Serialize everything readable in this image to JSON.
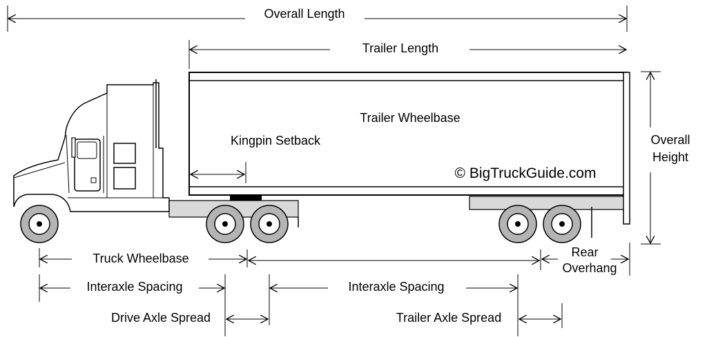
{
  "labels": {
    "overall_length": "Overall Length",
    "trailer_length": "Trailer Length",
    "trailer_wheelbase": "Trailer Wheelbase",
    "kingpin_setback": "Kingpin Setback",
    "overall_height_line1": "Overall",
    "overall_height_line2": "Height",
    "truck_wheelbase": "Truck Wheelbase",
    "rear_overhang_line1": "Rear",
    "rear_overhang_line2": "Overhang",
    "interaxle_spacing_truck": "Interaxle Spacing",
    "interaxle_spacing_trailer": "Interaxle Spacing",
    "drive_axle_spread": "Drive Axle Spread",
    "trailer_axle_spread": "Trailer Axle Spread"
  },
  "watermark": "© BigTruckGuide.com",
  "colors": {
    "line": "#000000",
    "wheel": "#b4b4b4",
    "chassis": "#d9d9d9",
    "background": "#ffffff"
  }
}
